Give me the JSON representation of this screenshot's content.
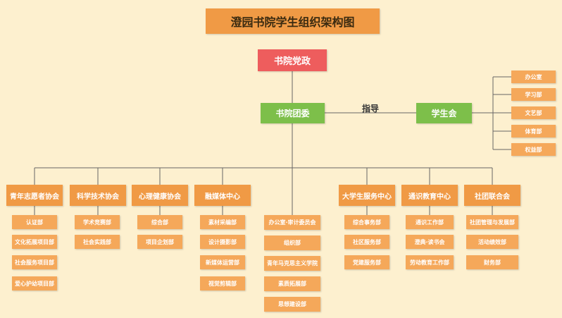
{
  "title": "澄园书院学生组织架构图",
  "party": "书院党政",
  "youth_league": "书院团委",
  "guide_label": "指导",
  "student_union": {
    "name": "学生会",
    "departments": [
      "办公室",
      "学习部",
      "文艺部",
      "体育部",
      "权益部"
    ]
  },
  "organizations": [
    {
      "name": "青年志愿者协会",
      "departments": [
        "认证部",
        "文化拓展项目部",
        "社会服务项目部",
        "爱心护幼项目部"
      ]
    },
    {
      "name": "科学技术协会",
      "departments": [
        "学术竞赛部",
        "社会实践部"
      ]
    },
    {
      "name": "心理健康协会",
      "departments": [
        "综合部",
        "项目企划部"
      ]
    },
    {
      "name": "融媒体中心",
      "departments": [
        "素材采编部",
        "设计摄影部",
        "新媒体运营部",
        "视觉剪辑部"
      ]
    },
    {
      "name": "",
      "departments": [
        "办公室·审计委员会",
        "组织部",
        "青年马克思主义学院",
        "素质拓展部",
        "思想建设部"
      ]
    },
    {
      "name": "大学生服务中心",
      "departments": [
        "综合事务部",
        "社区服务部",
        "党建服务部"
      ]
    },
    {
      "name": "通识教育中心",
      "departments": [
        "通识工作部",
        "澄典·读书会",
        "劳动教育工作部"
      ]
    },
    {
      "name": "社团联合会",
      "departments": [
        "社团管理与发展部",
        "活动绩效部",
        "财务部"
      ]
    }
  ],
  "colors": {
    "background": "#fdf0cf",
    "title_box": "#f09a45",
    "party_box": "#ee5d5d",
    "league_box": "#7dbf4a",
    "org_box": "#f09a45",
    "sub_box": "#f5a85a",
    "line": "#666666"
  }
}
